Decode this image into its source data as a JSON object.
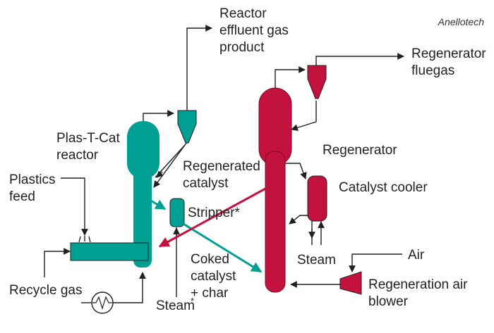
{
  "brand": "Anellotech",
  "labels": {
    "reactor_effluent_1": "Reactor",
    "reactor_effluent_2": "effluent gas",
    "reactor_effluent_3": "product",
    "plastcat_1": "Plas-T-Cat",
    "plastcat_2": "reactor",
    "regen_catalyst_1": "Regenerated",
    "regen_catalyst_2": "catalyst",
    "plastics_feed_1": "Plastics",
    "plastics_feed_2": "feed",
    "stripper": "Stripper*",
    "coked_1": "Coked",
    "coked_2": "catalyst",
    "coked_3": "+ char",
    "recycle_gas": "Recycle gas",
    "steam_bottom": "Steam",
    "steam_cooler": "Steam",
    "regen_fluegas_1": "Regenerator",
    "regen_fluegas_2": "fluegas",
    "regenerator": "Regenerator",
    "catalyst_cooler": "Catalyst cooler",
    "air": "Air",
    "blower_1": "Regeneration air",
    "blower_2": "blower",
    "steam_sup": "*"
  },
  "colors": {
    "reactor": "#009f94",
    "regenerator": "#c4123f",
    "line": "#231f20"
  }
}
